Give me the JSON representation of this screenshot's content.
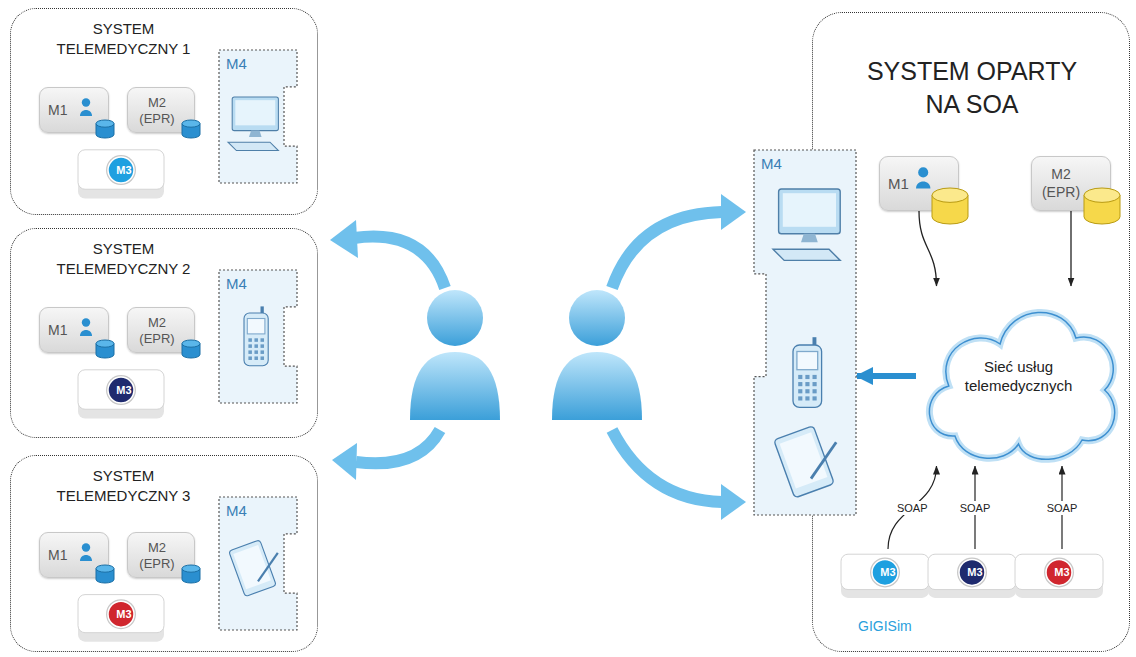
{
  "diagram": {
    "nodes": [
      {
        "text": [
          "SYSTEM TELEMEDYCZNY 1"
        ]
      },
      {
        "text": [
          "M1"
        ],
        "in": 0
      },
      {
        "text": [
          "M2 (EPR)"
        ],
        "in": 0
      },
      {
        "text": [
          "M3"
        ],
        "in": 0
      },
      {
        "text": [
          "M4"
        ],
        "in": 0
      },
      {
        "text": [
          "SYSTEM TELEMEDYCZNY 2"
        ]
      },
      {
        "text": [
          "M1"
        ],
        "in": 5
      },
      {
        "text": [
          "M2 (EPR)"
        ],
        "in": 5
      },
      {
        "text": [
          "M3"
        ],
        "in": 5
      },
      {
        "text": [
          "M4"
        ],
        "in": 5
      },
      {
        "text": [
          "SYSTEM TELEMEDYCZNY 3"
        ]
      },
      {
        "text": [
          "M1"
        ],
        "in": 10
      },
      {
        "text": [
          "M2 (EPR)"
        ],
        "in": 10
      },
      {
        "text": [
          "M3"
        ],
        "in": 10
      },
      {
        "text": [
          "M4"
        ],
        "in": 10
      },
      {
        "text": [
          "SYSTEM OPARTY NA SOA"
        ]
      },
      {
        "text": [
          "M4"
        ],
        "in": 15
      },
      {
        "text": [
          "M1"
        ],
        "in": 15
      },
      {
        "text": [
          "M2 (EPR)"
        ],
        "in": 15
      },
      {
        "text": [
          "Sieć usług telemedycznych"
        ],
        "in": 15
      },
      {
        "text": [
          "M3"
        ],
        "in": 15
      },
      {
        "text": [
          "M3"
        ],
        "in": 15
      },
      {
        "text": [
          "M3"
        ],
        "in": 15
      }
    ],
    "edges": [
      {
        "from": 17,
        "to": 19,
        "arrow": "to"
      },
      {
        "from": 18,
        "to": 19,
        "arrow": "to"
      },
      {
        "from": 19,
        "to": 16,
        "arrow": "to"
      },
      {
        "from": 20,
        "to": 19,
        "label": "SOAP",
        "arrow": "to"
      },
      {
        "from": 21,
        "to": 19,
        "label": "SOAP",
        "arrow": "to"
      },
      {
        "from": 22,
        "to": 19,
        "label": "SOAP",
        "arrow": "to"
      }
    ],
    "labels": [
      "GIGISim"
    ]
  }
}
